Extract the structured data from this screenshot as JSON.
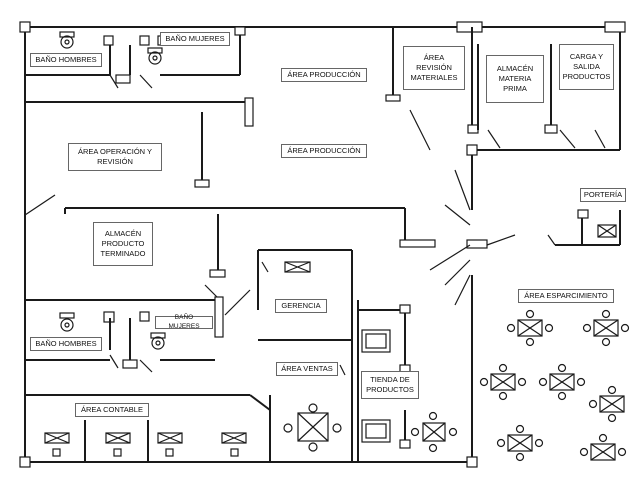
{
  "labels": {
    "bano_mujeres_top": "BAÑO MUJERES",
    "bano_hombres_top": "BAÑO HOMBRES",
    "area_produccion_1": "ÁREA PRODUCCIÓN",
    "area_revision": "ÁREA REVISIÓN MATERIALES",
    "almacen_materia": "ALMACÉN MATERIA PRIMA",
    "carga_salida": "CARGA Y SALIDA PRODUCTOS",
    "area_operacion": "ÁREA OPERACIÓN Y REVISIÓN",
    "area_produccion_2": "ÁREA PRODUCCIÓN",
    "porteria": "PORTERÍA",
    "almacen_terminado": "ALMACÉN PRODUCTO TERMINADO",
    "area_esparcimiento": "ÁREA ESPARCIMIENTO",
    "gerencia": "GERENCIA",
    "bano_mujeres_bottom": "BAÑO MUJERES",
    "bano_hombres_bottom": "BAÑO HOMBRES",
    "area_ventas": "ÁREA VENTAS",
    "tienda": "TIENDA DE PRODUCTOS",
    "area_contable": "ÁREA CONTABLE"
  }
}
